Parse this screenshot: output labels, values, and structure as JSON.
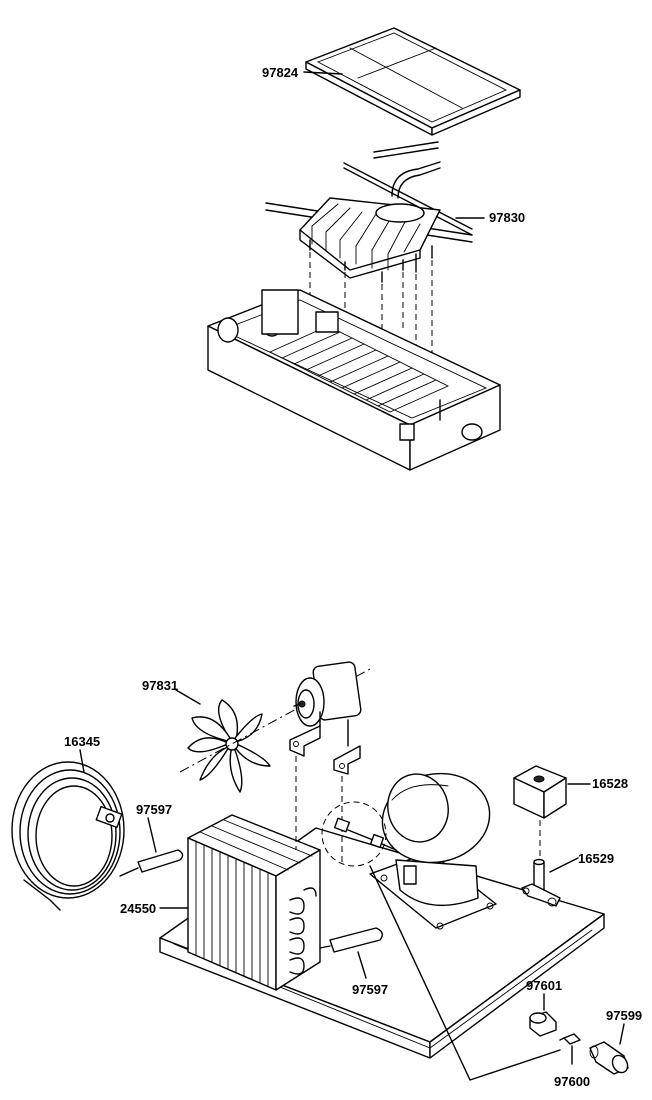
{
  "labels": {
    "p97824": "97824",
    "p97830": "97830",
    "p97831": "97831",
    "p16345": "16345",
    "p97597a": "97597",
    "p24550": "24550",
    "p97597b": "97597",
    "p16528": "16528",
    "p16529": "16529",
    "p97601": "97601",
    "p97599": "97599",
    "p97600": "97600"
  }
}
